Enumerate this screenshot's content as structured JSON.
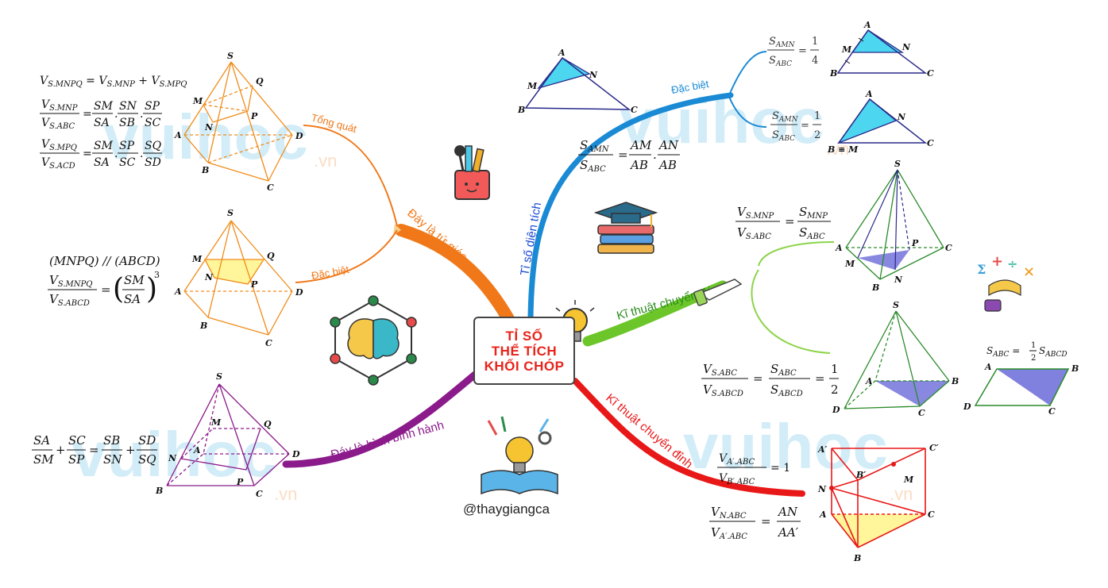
{
  "center": {
    "line1": "TỈ SỐ",
    "line2": "THỂ TÍCH",
    "line3": "KHỐI CHÓP"
  },
  "handle": "@thaygiangca",
  "watermark": {
    "main": "vuihoc",
    "suffix": ".vn"
  },
  "branches": {
    "quad": "Đáy là tứ giác",
    "parallelogram": "Đáy là hình bình hành",
    "area_ratio": "Tỉ số diện tích",
    "base_transfer": "Kĩ thuật chuyển đáy",
    "apex_transfer": "Kĩ thuật chuyển đỉnh",
    "general": "Tổng quát",
    "special_quad": "Đặc biệt",
    "special_area": "Đặc biệt"
  },
  "formulas": {
    "general_sum": {
      "lhs": "V",
      "lhs_sub": "S.MNPQ",
      "a_sub": "S.MNP",
      "b_sub": "S.MPQ"
    },
    "general_r1": {
      "num_sub": "S.MNP",
      "den_sub": "S.ABC",
      "f1n": "SM",
      "f1d": "SA",
      "f2n": "SN",
      "f2d": "SB",
      "f3n": "SP",
      "f3d": "SC"
    },
    "general_r2": {
      "num_sub": "S.MPQ",
      "den_sub": "S.ACD",
      "f1n": "SM",
      "f1d": "SA",
      "f2n": "SP",
      "f2d": "SC",
      "f3n": "SQ",
      "f3d": "SD"
    },
    "special_parallel": "(MNPQ) // (ABCD)",
    "special_ratio": {
      "num_sub": "S.MNPQ",
      "den_sub": "S.ABCD",
      "fn": "SM",
      "fd": "SA",
      "exp": "3"
    },
    "parallelogram": {
      "a_n": "SA",
      "a_d": "SM",
      "b_n": "SC",
      "b_d": "SP",
      "c_n": "SB",
      "c_d": "SN",
      "d_n": "SD",
      "d_d": "SQ"
    },
    "area_main": {
      "num_sub": "AMN",
      "den_sub": "ABC",
      "f1n": "AM",
      "f1d": "AB",
      "f2n": "AN",
      "f2d": "AB"
    },
    "area_sp1": {
      "num_sub": "AMN",
      "den_sub": "ABC",
      "val_n": "1",
      "val_d": "4"
    },
    "area_sp2": {
      "num_sub": "AMN",
      "den_sub": "ABC",
      "val_n": "1",
      "val_d": "2"
    },
    "base1": {
      "num_sub": "S.MNP",
      "den_sub": "S.ABC",
      "r_num_sub": "MNP",
      "r_den_sub": "ABC"
    },
    "base2": {
      "num_sub": "S.ABC",
      "den_sub": "S.ABCD",
      "r_num_sub": "ABC",
      "r_den_sub": "ABCD",
      "val_n": "1",
      "val_d": "2"
    },
    "base3": {
      "lhs_sub": "ABC",
      "val_n": "1",
      "val_d": "2",
      "rhs_sub": "ABCD"
    },
    "apex1": {
      "num_sub": "A′.ABC",
      "den_sub": "B′.ABC",
      "val": "1"
    },
    "apex2": {
      "num_sub": "N.ABC",
      "den_sub": "A′.ABC",
      "fn": "AN",
      "fd": "AA′"
    }
  },
  "colors": {
    "quad": "#f07818",
    "parallelogram": "#8b1a8b",
    "area": "#1a8ad4",
    "base": "#6cc62a",
    "apex": "#e81818",
    "center_text": "#e8241b"
  }
}
